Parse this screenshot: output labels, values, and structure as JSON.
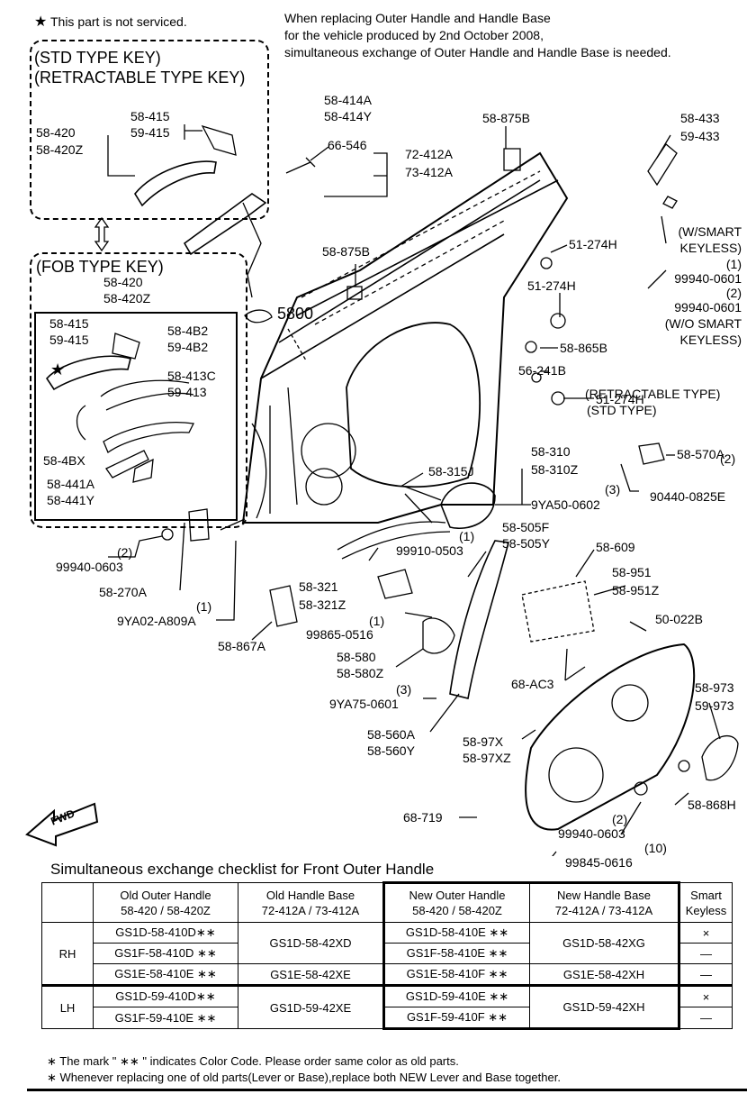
{
  "legend": {
    "star_note": "This part is not serviced."
  },
  "header_note": {
    "line1": "When replacing Outer Handle and Handle Base",
    "line2": "for the vehicle produced by 2nd October 2008,",
    "line3": "simultaneous exchange of Outer Handle and Handle Base is needed."
  },
  "std_box": {
    "title1": "(STD TYPE KEY)",
    "title2": "(RETRACTABLE TYPE KEY)",
    "a": "58-420",
    "b": "58-420Z",
    "c": "58-415",
    "d": "59-415"
  },
  "fob_box": {
    "title": "(FOB TYPE KEY)",
    "a": "58-420",
    "b": "58-420Z",
    "c": "58-415",
    "d": "59-415",
    "e": "58-4B2",
    "f": "59-4B2",
    "g": "58-413C",
    "h": "59-413",
    "i": "58-4BX",
    "j": "58-441A",
    "k": "58-441Y"
  },
  "labels": {
    "p414a": "58-414A",
    "p414y": "58-414Y",
    "p66546": "66-546",
    "p72412": "72-412A",
    "p73412": "73-412A",
    "p875b_top": "58-875B",
    "p433": "58-433",
    "p59433": "59-433",
    "smart1": "(W/SMART",
    "smart2": "KEYLESS)",
    "q1": "(1)",
    "v1": "99940-0601",
    "q2": "(2)",
    "v2": "99940-0601",
    "nosmart1": "(W/O SMART",
    "nosmart2": "KEYLESS)",
    "p875b_mid": "58-875B",
    "p274h_a": "51-274H",
    "p274h_b": "51-274H",
    "p5800": "5800",
    "p865b": "58-865B",
    "p241b": "56-241B",
    "retract": "(RETRACTABLE TYPE)",
    "stdtype": "(STD TYPE)",
    "p274h_c": "51-274H",
    "p570a": "58-570A",
    "p310": "58-310",
    "p310z": "58-310Z",
    "p315j": "58-315J",
    "q3a": "(3)",
    "q2a": "(2)",
    "p90440": "90440-0825E",
    "p9ya50": "9YA50-0602",
    "q2b": "(2)",
    "p99940_603": "99940-0603",
    "p270a": "58-270A",
    "q1b": "(1)",
    "p9ya02": "9YA02-A809A",
    "q1c": "(1)",
    "p99910": "99910-0503",
    "p505f": "58-505F",
    "p505y": "58-505Y",
    "p609": "58-609",
    "p321": "58-321",
    "p321z": "58-321Z",
    "p951": "58-951",
    "p951z": "58-951Z",
    "p867a": "58-867A",
    "q1d": "(1)",
    "p99865": "99865-0516",
    "p022b": "50-022B",
    "p580": "58-580",
    "p580z": "58-580Z",
    "pac3": "68-AC3",
    "q3b": "(3)",
    "p9ya75": "9YA75-0601",
    "p973": "58-973",
    "p59973": "59-973",
    "p560a": "58-560A",
    "p560y": "58-560Y",
    "p97x": "58-97X",
    "p97xz": "58-97XZ",
    "p868h": "58-868H",
    "p719": "68-719",
    "q2c": "(2)",
    "p99940_0603b": "99940-0603",
    "q10": "(10)",
    "p99845": "99845-0616",
    "fwd": "FWD"
  },
  "checklist": {
    "title": "Simultaneous exchange checklist for Front Outer Handle",
    "headers": {
      "old_handle": "Old Outer Handle",
      "old_handle_no": "58-420 / 58-420Z",
      "old_base": "Old Handle Base",
      "old_base_no": "72-412A / 73-412A",
      "new_handle": "New Outer Handle",
      "new_handle_no": "58-420 / 58-420Z",
      "new_base": "New Handle Base",
      "new_base_no": "72-412A / 73-412A",
      "smart": "Smart",
      "smart2": "Keyless"
    },
    "rh": "RH",
    "lh": "LH",
    "r1": {
      "old_h": "GS1D-58-410D∗∗",
      "new_h": "GS1D-58-410E ∗∗",
      "smart": "×"
    },
    "r2": {
      "old_h": "GS1F-58-410D ∗∗",
      "new_h": "GS1F-58-410E ∗∗",
      "smart": "—"
    },
    "rh_base_old": "GS1D-58-42XD",
    "rh_base_new": "GS1D-58-42XG",
    "r3": {
      "old_h": "GS1E-58-410E ∗∗",
      "old_b": "GS1E-58-42XE",
      "new_h": "GS1E-58-410F ∗∗",
      "new_b": "GS1E-58-42XH",
      "smart": "—"
    },
    "r4": {
      "old_h": "GS1D-59-410D∗∗",
      "new_h": "GS1D-59-410E ∗∗",
      "smart": "×"
    },
    "r5": {
      "old_h": "GS1F-59-410E ∗∗",
      "new_h": "GS1F-59-410F ∗∗",
      "smart": "—"
    },
    "lh_base_old": "GS1D-59-42XE",
    "lh_base_new": "GS1D-59-42XH"
  },
  "notes": {
    "n1": "∗  The mark \" ∗∗ \" indicates Color Code. Please order same color as old parts.",
    "n2": "∗  Whenever replacing one of old parts(Lever or Base),replace both NEW Lever and Base together."
  }
}
